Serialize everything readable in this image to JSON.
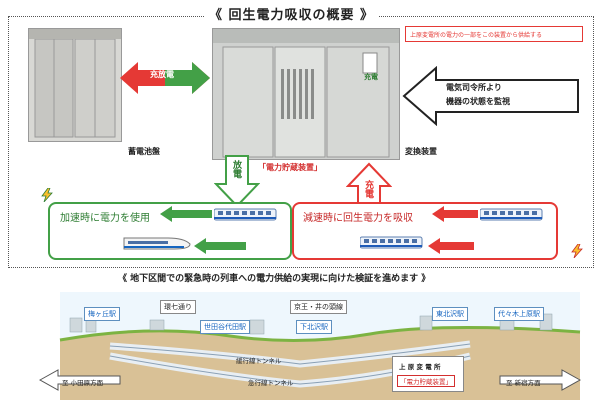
{
  "top_title": "《 回生電力吸収の概要 》",
  "note_text": "上原変電所の電力の一部をこの装置から供給する",
  "battery_label": "蓄電池盤",
  "exchange_label": "充放電",
  "converter_label": "変換装置",
  "device_label": "「電力貯蔵装置」",
  "monitor_label_line1": "電気司令所より",
  "monitor_label_line2": "機器の状態を監視",
  "discharge_label": "放電",
  "charge_label": "充電",
  "accel_label": "加速時に電力を使用",
  "decel_label": "減速時に回生電力を吸収",
  "bottom_title": "《 地下区間での緊急時の列車への電力供給の実現に向けた検証を進めます 》",
  "stations": {
    "umegaoka": "梅ヶ丘駅",
    "kannana": "環七通り",
    "setagaya_daita": "世田谷代田駅",
    "keio_inokashira": "京王・井の頭線",
    "shimokitazawa": "下北沢駅",
    "higashikitazawa": "東北沢駅",
    "yoyogiuehara": "代々木上原駅"
  },
  "tunnels": {
    "local_line": "緩行線トンネル",
    "express_line": "急行線トンネル"
  },
  "substation_line1": "上 原 変 電 所",
  "substation_line2": "「電力貯蔵装置」",
  "left_dir": "至 小田原方面",
  "right_dir": "至 新宿方面",
  "colors": {
    "green": "#43a047",
    "red": "#e53935",
    "dark_green": "#2e7d32"
  }
}
